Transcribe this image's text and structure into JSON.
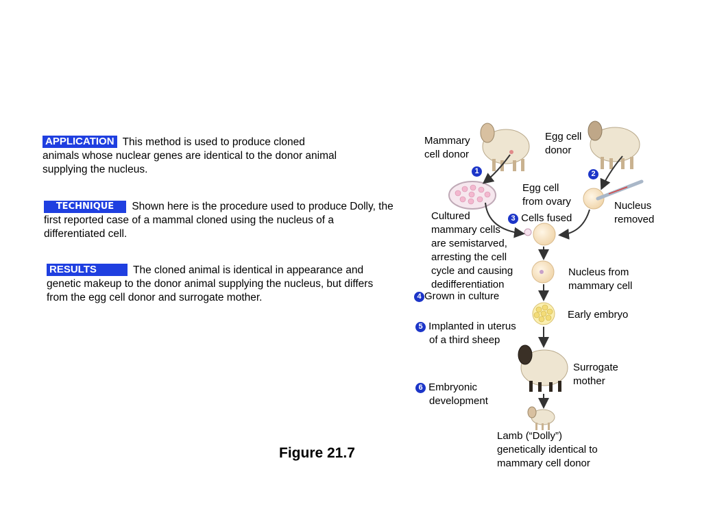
{
  "application": {
    "badge": "APPLICATION",
    "text": "This method is used to produce cloned animals whose nuclear genes are identical to the donor animal supplying the nucleus."
  },
  "technique": {
    "badge": "TECHNIQUE",
    "text": "Shown here is the procedure used to produce Dolly, the first reported case of a mammal cloned using the nucleus of a differentiated cell."
  },
  "results": {
    "badge": "RESULTS",
    "text": "The cloned animal is identical in appearance and genetic makeup to the donor animal supplying the nucleus, but differs from the egg cell donor and surrogate mother."
  },
  "diagram": {
    "mammary_donor": [
      "Mammary",
      "cell donor"
    ],
    "egg_donor": [
      "Egg cell",
      "donor"
    ],
    "egg_from_ovary": [
      "Egg cell",
      "from ovary"
    ],
    "nucleus_removed": [
      "Nucleus",
      "removed"
    ],
    "cultured_cells": [
      "Cultured",
      "mammary cells",
      "are semistarved,",
      "arresting the cell",
      "cycle and causing",
      "dedifferentiation"
    ],
    "cells_fused": "Cells fused",
    "nucleus_from": [
      "Nucleus from",
      "mammary cell"
    ],
    "grown": "Grown in culture",
    "early_embryo": "Early embryo",
    "implanted": [
      "Implanted in uterus",
      "of a third sheep"
    ],
    "surrogate": [
      "Surrogate",
      "mother"
    ],
    "embryonic": [
      "Embryonic",
      "development"
    ],
    "lamb": [
      "Lamb (“Dolly”)",
      "genetically identical to",
      "mammary cell donor"
    ],
    "steps": [
      "1",
      "2",
      "3",
      "4",
      "5",
      "6"
    ]
  },
  "figure_title": "Figure 21.7",
  "colors": {
    "badge_blue": "#1f3fe0",
    "step_blue": "#1c35c8"
  }
}
